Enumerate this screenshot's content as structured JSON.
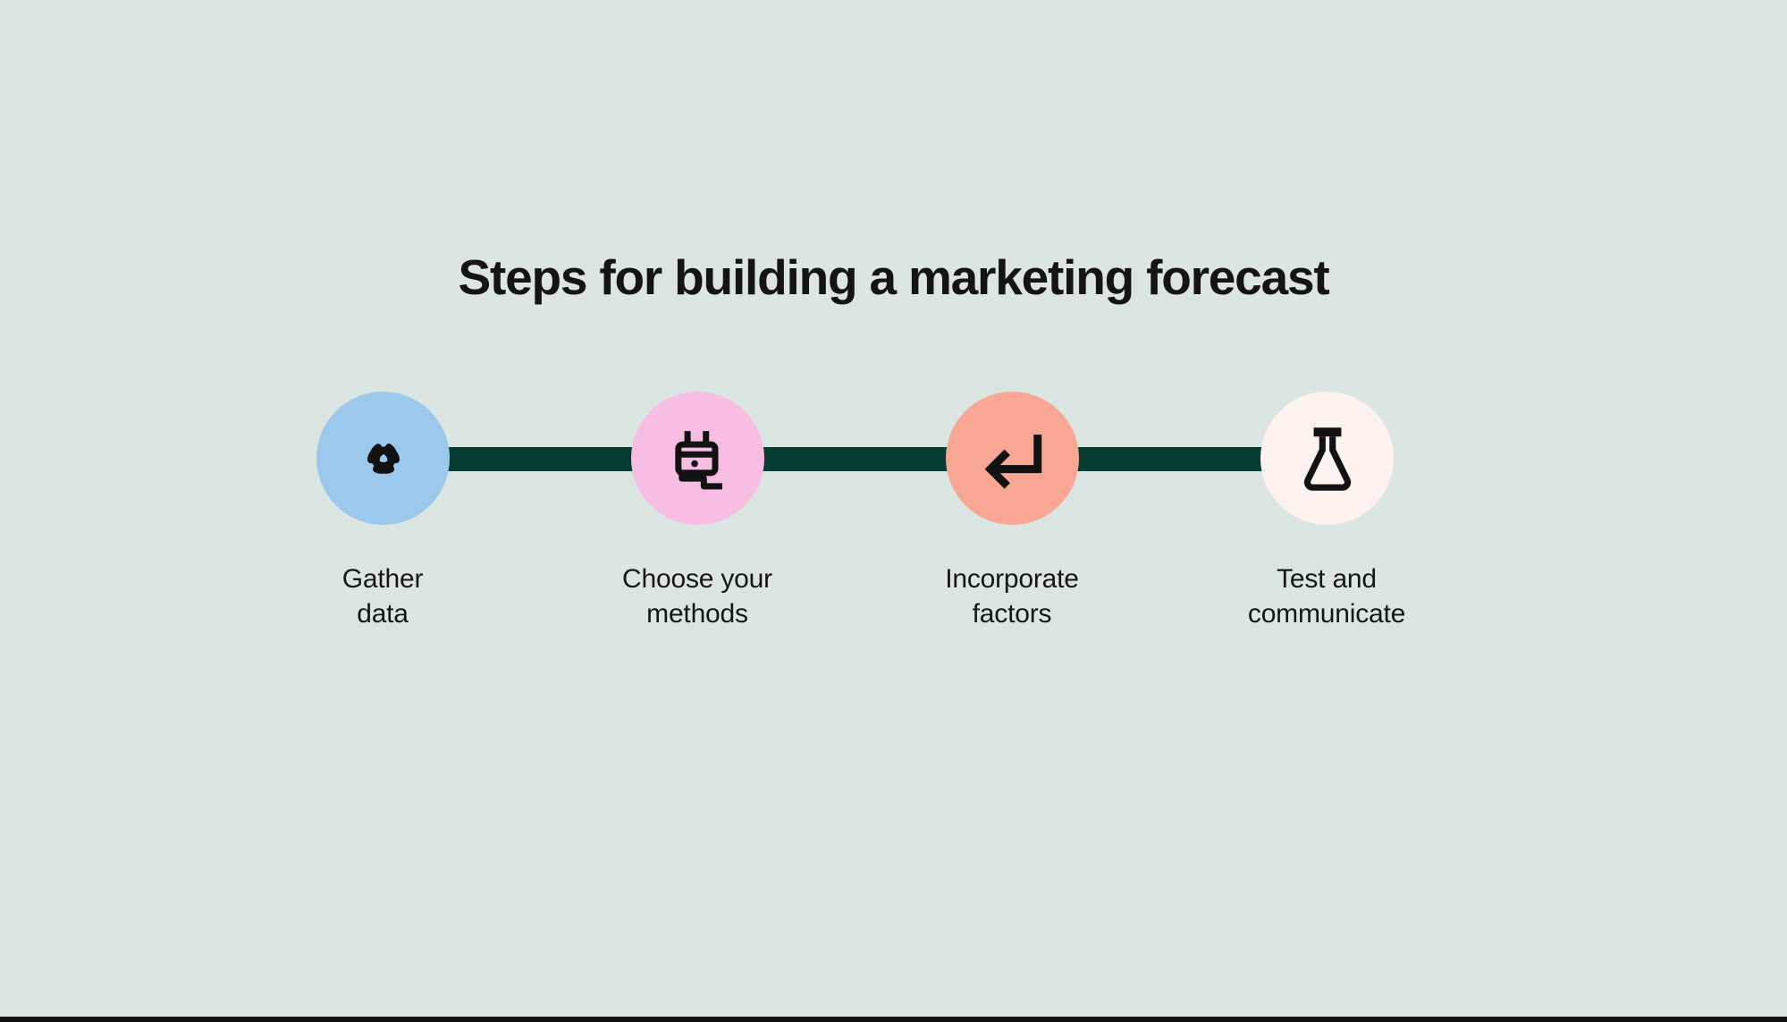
{
  "title": "Steps for building a marketing forecast",
  "colors": {
    "background": "#DBE5E2",
    "connector": "#063C31",
    "icon": "#121212",
    "title_text": "#141414",
    "label_text": "#161616",
    "bottom_bar": "#121212"
  },
  "steps": [
    {
      "icon": "data-hub-icon",
      "circle_color": "#9CC8EC",
      "label_line1": "Gather",
      "label_line2": "data"
    },
    {
      "icon": "plug-icon",
      "circle_color": "#F8BDE2",
      "label_line1": "Choose your",
      "label_line2": "methods"
    },
    {
      "icon": "return-arrow-icon",
      "circle_color": "#F8A795",
      "label_line1": "Incorporate",
      "label_line2": "factors"
    },
    {
      "icon": "lab-flask-icon",
      "circle_color": "#FDF2ED",
      "label_line1": "Test and",
      "label_line2": "communicate"
    }
  ]
}
